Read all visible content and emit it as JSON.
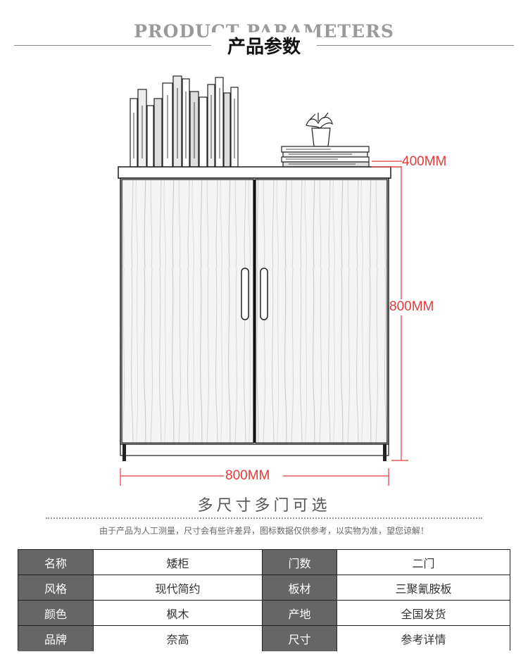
{
  "header": {
    "title_en": "PRODUCT PARAMETERS",
    "title_cn": "产品参数"
  },
  "dimensions": {
    "depth": "400MM",
    "height": "800MM",
    "width": "800MM"
  },
  "caption": {
    "main": "多尺寸多门可选",
    "note": "由于产品为人工测量，尺寸会有些许差异，图标数据仅供参考，以实物为准，望您谅解！"
  },
  "params": [
    {
      "k1": "名称",
      "v1": "矮柜",
      "k2": "门数",
      "v2": "二门"
    },
    {
      "k1": "风格",
      "v1": "现代简约",
      "k2": "板材",
      "v2": "三聚氰胺板"
    },
    {
      "k1": "颜色",
      "v1": "枫木",
      "k2": "产地",
      "v2": "全国发货"
    },
    {
      "k1": "品牌",
      "v1": "奈高",
      "k2": "尺寸",
      "v2": "参考详情"
    }
  ],
  "colors": {
    "dimension": "#e23b3b",
    "label_bg": "#666666"
  }
}
